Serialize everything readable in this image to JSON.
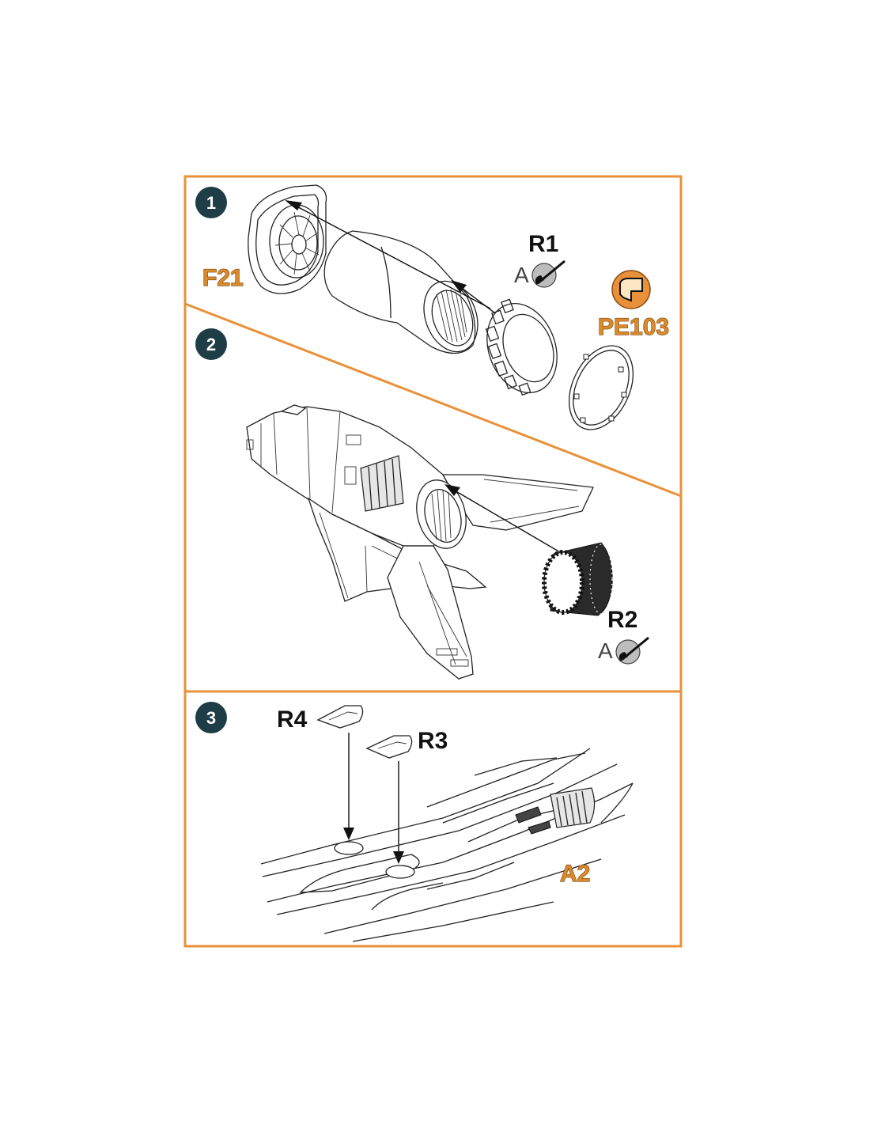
{
  "steps": [
    {
      "number": "1"
    },
    {
      "number": "2"
    },
    {
      "number": "3"
    }
  ],
  "parts": {
    "f21": "F21",
    "r1": "R1",
    "r2": "R2",
    "r3": "R3",
    "r4": "R4",
    "a2": "A2",
    "pe103": "PE103"
  },
  "paint_code_r1": "A",
  "paint_code_r2": "A",
  "colors": {
    "frame": "#e8913a",
    "step_badge": "#1f3d47",
    "part_label_orange": "#d98a2a",
    "pe_badge": "#e8913a"
  },
  "icons": {
    "paint": "paint-brush-icon",
    "photo_etch": "photo-etch-icon"
  }
}
